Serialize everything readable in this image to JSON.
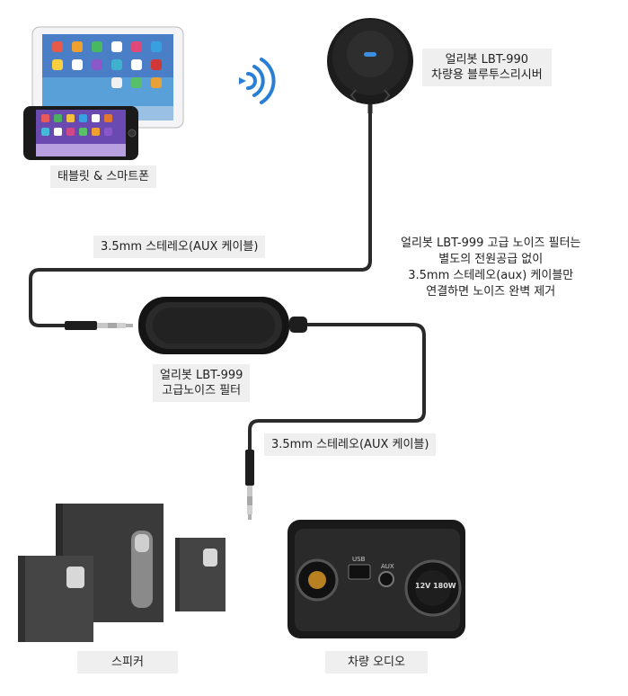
{
  "labels": {
    "tablet_smartphone": "태블릿 & 스마트폰",
    "receiver_line1": "얼리봇 LBT-990",
    "receiver_line2": "차량용 블루투스리시버",
    "cable_top": "3.5mm 스테레오(AUX 케이블)",
    "filter_line1": "얼리봇 LBT-999",
    "filter_line2": "고급노이즈 필터",
    "cable_bottom": "3.5mm 스테레오(AUX 케이블)",
    "speaker": "스피커",
    "car_audio": "차량 오디오"
  },
  "note": {
    "line1": "얼리봇 LBT-999 고급 노이즈 필터는",
    "line2": "별도의 전원공급 없이",
    "line3": "3.5mm 스테레오(aux) 케이블만",
    "line4": "연결하면 노이즈 완벽 제거"
  },
  "car_panel": {
    "usb_text": "USB",
    "aux_text": "AUX",
    "socket_text": "12V 180W"
  },
  "colors": {
    "cable": "#2a2a2a",
    "label_bg": "#efefef",
    "wifi_blue": "#2a7fd4",
    "receiver_led": "#3a8fe0"
  }
}
